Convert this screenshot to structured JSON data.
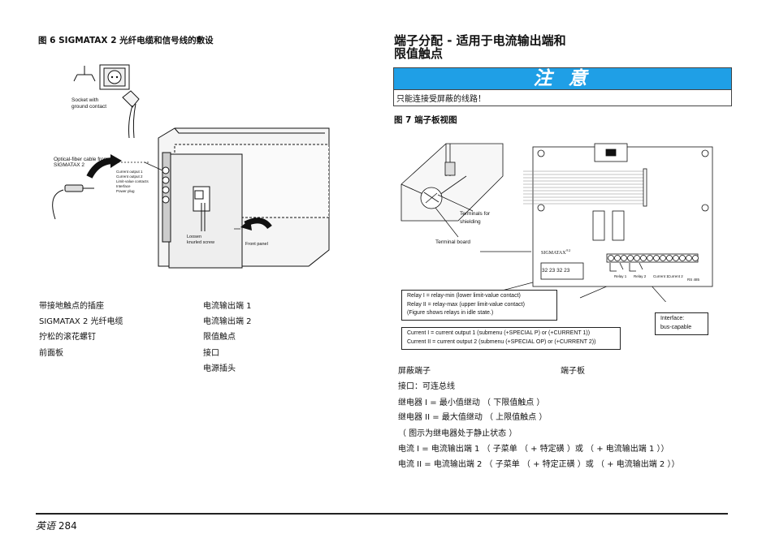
{
  "left": {
    "figure_title": "图  6 SIGMATAX 2 光纤电缆和信号线的敷设",
    "labels": {
      "socket": "Socket with\nground contact",
      "socket_line1": "Socket with",
      "socket_line2": "ground contact",
      "fiber_line1": "Optical-fiber cable from",
      "fiber_line2": "SIGMATAX 2",
      "conn1": "Current output 1",
      "conn2": "Current output 2",
      "conn3": "Limit-value contacts",
      "conn4": "Interface",
      "conn5": "Power plug",
      "screw_line1": "Loosen",
      "screw_line2": "knurled screw",
      "front_panel": "Front panel"
    },
    "legend_col1": [
      "带接地触点的插座",
      "SIGMATAX 2 光纤电缆",
      "拧松的滚花螺钉",
      "前面板"
    ],
    "legend_col2": [
      "电流输出端 1",
      "电流输出端 2",
      "限值触点",
      "接口",
      "电源插头"
    ]
  },
  "right": {
    "heading_line1": "端子分配 - 适用于电流输出端和",
    "heading_line2": "限值触点",
    "caution_title": "注 意",
    "caution_text": "只能连接受屏蔽的线路！",
    "figure_title": "图  7 端子板视图",
    "labels": {
      "shield_line1": "Terminals for",
      "shield_line2": "shielding",
      "terminal_board": "Terminal board",
      "brand": "SIGMATAX",
      "brand_sup": "®2",
      "t32a": "32",
      "t23a": "23",
      "t32b": "32",
      "t23b": "23",
      "relay1": "Relay 1",
      "relay2": "Relay 2",
      "current1": "Current 1",
      "current2": "Current 2",
      "rs485": "RS 485",
      "interface_line1": "Interface:",
      "interface_line2": "bus-capable"
    },
    "relay_box": [
      "Relay I = relay-min (lower limit-value contact)",
      "Relay II = relay-max (upper limit-value contact)",
      "(Figure shows relays in idle state.)"
    ],
    "current_box": [
      "Current I = current output 1 (submenu (+SPECIAL P) or (+CURRENT 1))",
      "Current II = current output 2 (submenu (+SPECIAL OP) or (+CURRENT 2))"
    ],
    "legend_a1": "屏蔽端子",
    "legend_a2": "端子板",
    "legend_lines": [
      "接口：可连总线",
      "继电器 I = 最小值继动 （ 下限值触点 ）",
      "继电器 II = 最大值继动 （ 上限值触点 ）",
      "（ 图示为继电器处于静止状态 ）",
      "电流 I = 电流输出端 1 （ 子菜单 （ + 特定磺 ）或 （ + 电流输出端 1 ））",
      "电流 II = 电流输出端 2 （ 子菜单 （ + 特定正磺 ）或 （ + 电流输出端 2 ））"
    ]
  },
  "footer": {
    "language": "英语",
    "page_number": "284"
  }
}
